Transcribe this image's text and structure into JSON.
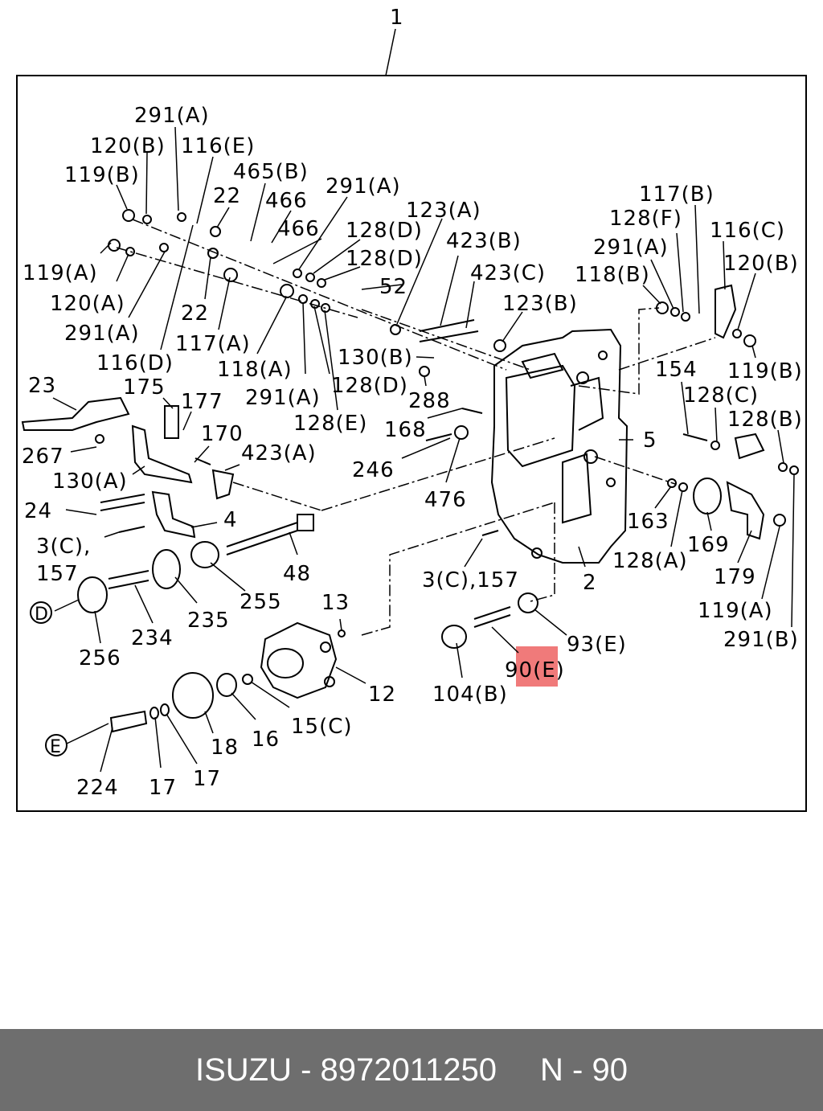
{
  "diagram": {
    "labels": {
      "l1": "1",
      "l291a_1": "291(A)",
      "l120b_1": "120(B)",
      "l116e": "116(E)",
      "l119b_1": "119(B)",
      "l465b": "465(B)",
      "l22_1": "22",
      "l466_1": "466",
      "l466_2": "466",
      "l291a_2": "291(A)",
      "l123a": "123(A)",
      "l128d_1": "128(D)",
      "l128d_2": "128(D)",
      "l423b": "423(B)",
      "l52": "52",
      "l423c": "423(C)",
      "l123b": "123(B)",
      "l119a_1": "119(A)",
      "l120a": "120(A)",
      "l291a_3": "291(A)",
      "l22_2": "22",
      "l116d": "116(D)",
      "l117a": "117(A)",
      "l118a": "118(A)",
      "l130b": "130(B)",
      "l291a_4": "291(A)",
      "l128d_3": "128(D)",
      "l288": "288",
      "l128e": "128(E)",
      "l168": "168",
      "l23": "23",
      "l175": "175",
      "l177": "177",
      "l267": "267",
      "l170": "170",
      "l423a": "423(A)",
      "l130a": "130(A)",
      "l246": "246",
      "l476": "476",
      "l24": "24",
      "l4": "4",
      "l3c_1": "3(C),",
      "l157_1": "157",
      "l48": "48",
      "l255": "255",
      "l235": "235",
      "l234": "234",
      "l256": "256",
      "l13": "13",
      "l3c157": "3(C),157",
      "l2": "2",
      "l5": "5",
      "l12": "12",
      "l104b": "104(B)",
      "l90e": "90(E)",
      "l93e": "93(E)",
      "l16": "16",
      "l15c": "15(C)",
      "l18": "18",
      "l17_1": "17",
      "l17_2": "17",
      "l224": "224",
      "l117b": "117(B)",
      "l128f": "128(F)",
      "l116c": "116(C)",
      "l291a_5": "291(A)",
      "l120b_2": "120(B)",
      "l118b": "118(B)",
      "l154": "154",
      "l119b_2": "119(B)",
      "l128c": "128(C)",
      "l128b": "128(B)",
      "l163": "163",
      "l169": "169",
      "l128a": "128(A)",
      "l179": "179",
      "l119a_2": "119(A)",
      "l291b": "291(B)",
      "circD": "D",
      "circE": "E"
    },
    "highlight_color": "#f07a7a"
  },
  "footer": {
    "part_text": "ISUZU - 8972011250",
    "page_ref": "N - 90"
  }
}
